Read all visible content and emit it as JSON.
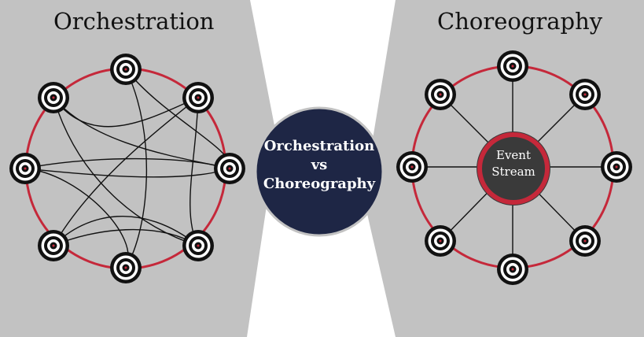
{
  "left_panel": {
    "title": "Orchestration"
  },
  "right_panel": {
    "title": "Choreography"
  },
  "center_badge": {
    "line1": "Orchestration",
    "line2": "vs",
    "line3": "Choreography"
  },
  "hub": {
    "line1": "Event",
    "line2": "Stream"
  },
  "colors": {
    "panel_gray": "#c2c2c2",
    "ring_red": "#c5283a",
    "badge_navy": "#1e2645",
    "hub_fill": "#3a3a3a",
    "edge_black": "#111111"
  },
  "icons": {
    "node": "target-icon"
  }
}
